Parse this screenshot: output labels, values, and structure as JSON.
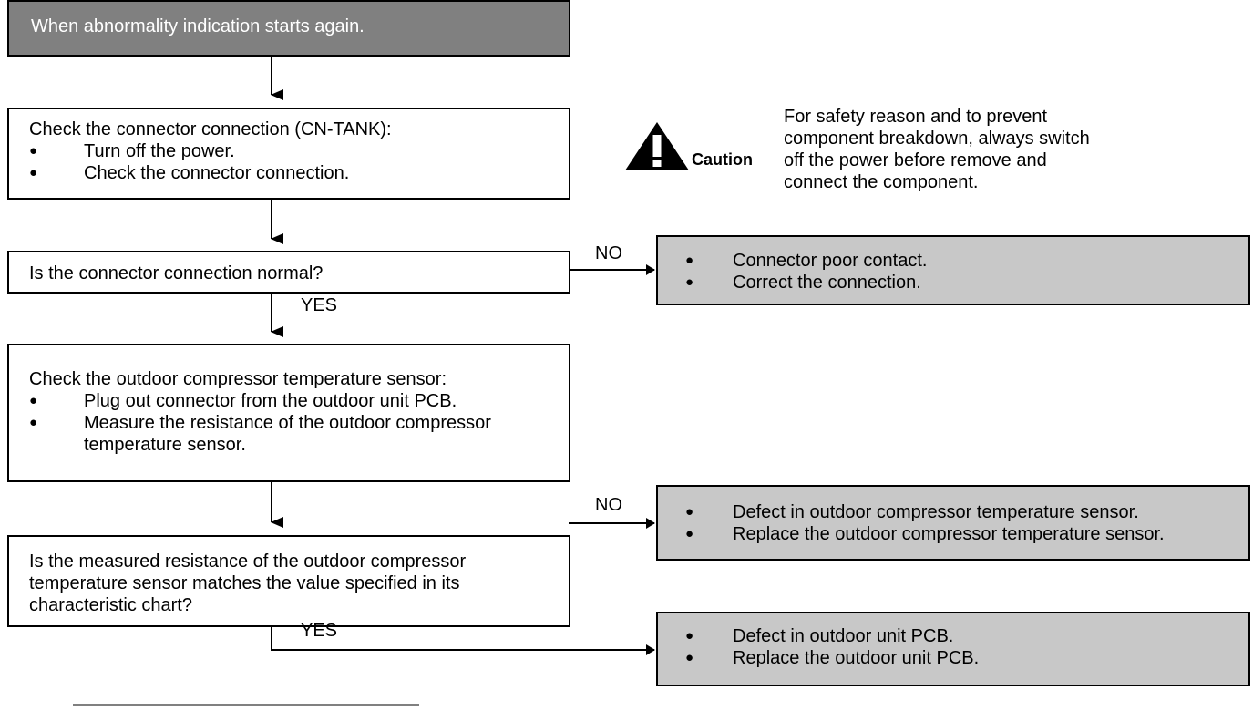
{
  "start_box": "When abnormality indication starts again.",
  "step_check_connector": {
    "title": "Check the connector connection (CN-TANK):",
    "bullets": [
      "Turn off the power.",
      "Check the connector connection."
    ]
  },
  "caution": {
    "label": "Caution",
    "note_lines": [
      "For safety reason and to prevent",
      "component breakdown, always switch",
      "off the power before remove and",
      "connect the component."
    ]
  },
  "decision_connector": "Is the connector connection normal?",
  "result_connector": {
    "bullets": [
      "Connector poor contact.",
      "Correct the connection."
    ]
  },
  "step_check_sensor": {
    "title": "Check the outdoor compressor temperature sensor:",
    "bullets": [
      "Plug out connector from the outdoor unit PCB.",
      "Measure the resistance of the outdoor compressor\ntemperature sensor."
    ]
  },
  "decision_resistance": {
    "lines": [
      "Is the measured resistance of the outdoor compressor",
      "temperature sensor matches the value specified in its",
      "characteristic chart?"
    ]
  },
  "result_sensor": {
    "bullets": [
      "Defect in outdoor compressor temperature sensor.",
      "Replace the outdoor compressor temperature sensor."
    ]
  },
  "result_pcb": {
    "bullets": [
      "Defect in outdoor unit PCB.",
      "Replace the outdoor unit PCB."
    ]
  },
  "labels": {
    "no": "NO",
    "yes": "YES"
  },
  "colors": {
    "title_fill": "#808080",
    "result_fill": "#c8c8c8",
    "line": "#000000"
  }
}
